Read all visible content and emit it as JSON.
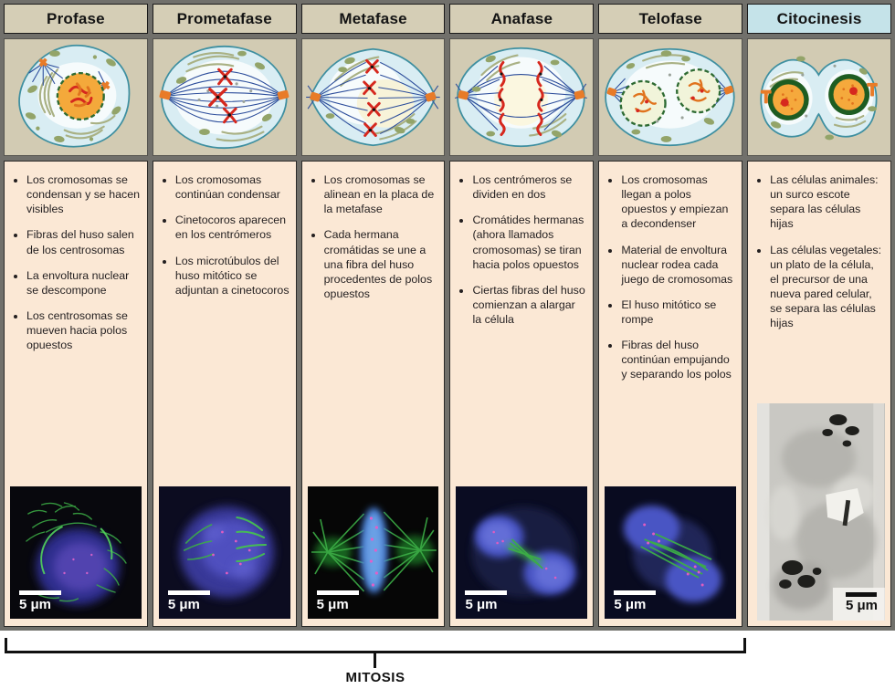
{
  "figure": {
    "type": "mitosis-phase-table",
    "bracket_label": "MITOSIS",
    "columns": [
      {
        "title": "Profase",
        "bullets": [
          "Los cromosomas se condensan y se hacen visibles",
          "Fibras del huso salen de los centrosomas",
          "La envoltura nuclear se descompone",
          "Los centrosomas se mueven hacia polos opuestos"
        ],
        "micrograph_scale": "5 μm"
      },
      {
        "title": "Prometafase",
        "bullets": [
          "Los cromosomas continúan condensar",
          "Cinetocoros aparecen en los centrómeros",
          "Los microtúbulos del huso mitótico se adjuntan a cinetocoros"
        ],
        "micrograph_scale": "5 μm"
      },
      {
        "title": "Metafase",
        "bullets": [
          "Los cromosomas se alinean en la placa de la metafase",
          "Cada hermana cromátidas se une a una fibra del huso procedentes de polos opuestos"
        ],
        "micrograph_scale": "5 μm"
      },
      {
        "title": "Anafase",
        "bullets": [
          "Los centrómeros se dividen en dos",
          "Cromátides hermanas (ahora llamados cromosomas) se tiran hacia polos opuestos",
          "Ciertas fibras del huso comienzan a alargar la célula"
        ],
        "micrograph_scale": "5 μm"
      },
      {
        "title": "Telofase",
        "bullets": [
          "Los cromosomas llegan a polos opuestos y empiezan a decondenser",
          "Material de envoltura nuclear rodea cada juego de cromosomas",
          "El huso mitótico se rompe",
          "Fibras del huso continúan empujando y separando los polos"
        ],
        "micrograph_scale": "5 μm"
      },
      {
        "title": "Citocinesis",
        "bullets": [
          "Las células animales: un surco escote separa las células hijas",
          "Las células vegetales: un plato de la célula, el precursor de una nueva pared celular, se separa las células hijas"
        ],
        "micrograph_scale": "5 μm"
      }
    ],
    "colors": {
      "header_bg": "#d5ceb6",
      "header_bg_cytokinesis": "#c5e3e9",
      "illustration_bg": "#d2cbb3",
      "content_bg": "#fbe8d5",
      "grid": "#71706b",
      "chromosome_red": "#d6281e",
      "spindle_blue": "#2c4d9b",
      "centrosome_orange": "#e87b28",
      "organelle_olive": "#93a469",
      "cell_fill": "#d9edf3"
    }
  }
}
